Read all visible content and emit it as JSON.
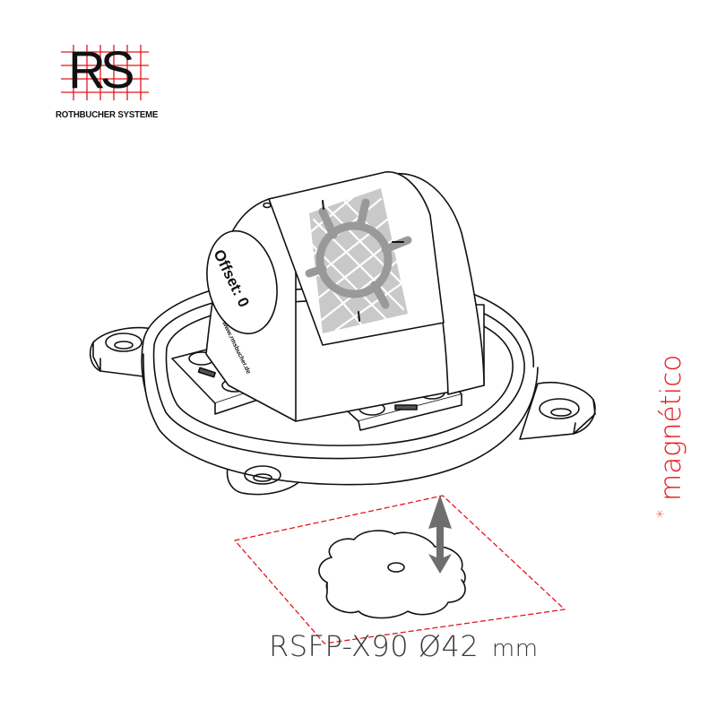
{
  "logo": {
    "letters": "RS",
    "company": "ROTHBUCHER SYSTEME",
    "grid_color": "#e3161b"
  },
  "product_drawing": {
    "reflector_label_offset": "Offset: 0",
    "reflector_label_url": "www.rmsbucher.de",
    "target_pattern": "retroreflective-crosshair-target",
    "arrow_direction": "up-down"
  },
  "caption": {
    "model": "RSFP-X90",
    "diameter_symbol": "Ø",
    "diameter_value": "42",
    "unit": "mm"
  },
  "side_note": {
    "asterisk": "*",
    "text": "magnético",
    "color": "#e3161b"
  },
  "colors": {
    "accent_red": "#e3161b",
    "line_black": "#111111",
    "target_gray": "#a8a8a8",
    "arrow_gray": "#6e6e6e"
  }
}
